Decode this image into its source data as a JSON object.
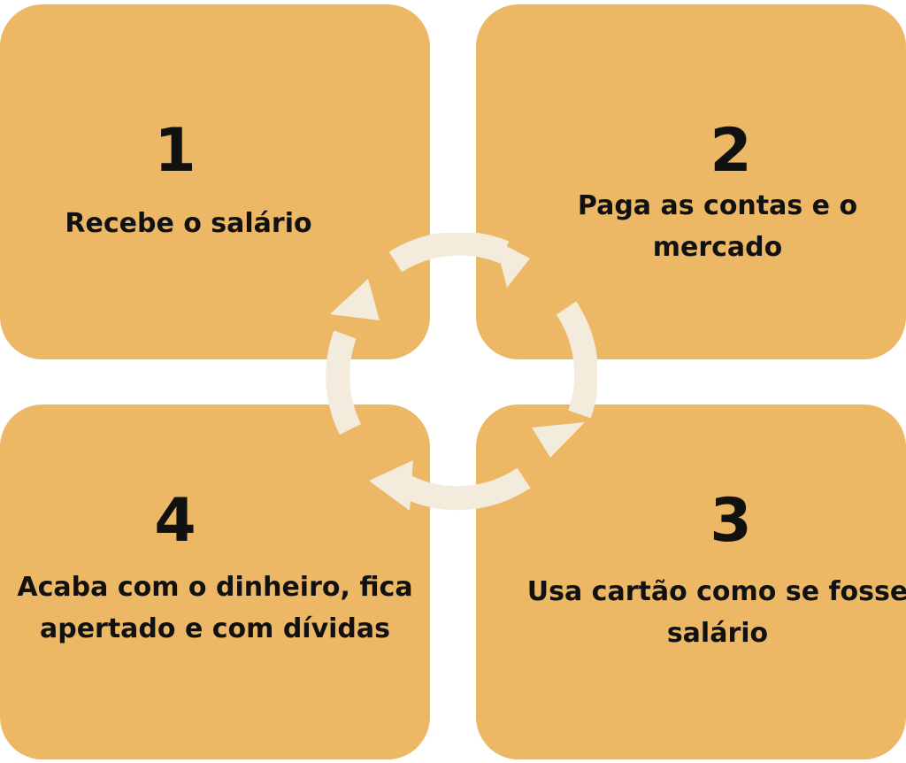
{
  "colors": {
    "card": "#EDB865",
    "text": "#111111",
    "arrow": "#F3EBDC"
  },
  "steps": [
    {
      "number": "1",
      "label": "Recebe o salário"
    },
    {
      "number": "2",
      "label": "Paga as contas e o mercado"
    },
    {
      "number": "3",
      "label": "Usa cartão como se fosse salário"
    },
    {
      "number": "4",
      "label": "Acaba com o dinheiro, fica apertado e com dívidas"
    }
  ]
}
